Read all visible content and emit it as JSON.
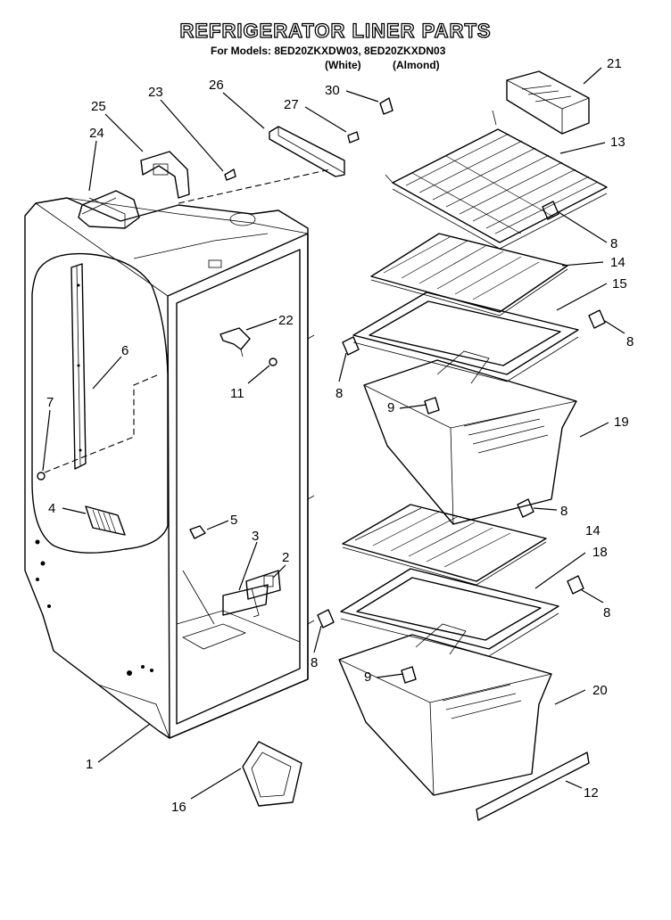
{
  "header": {
    "title": "REFRIGERATOR LINER PARTS",
    "models_line": "For Models: 8ED20ZKXDW03, 8ED20ZKXDN03",
    "variant_white": "(White)",
    "variant_almond": "(Almond)"
  },
  "callouts": [
    {
      "id": "c1",
      "text": "1"
    },
    {
      "id": "c2",
      "text": "2"
    },
    {
      "id": "c3",
      "text": "3"
    },
    {
      "id": "c4",
      "text": "4"
    },
    {
      "id": "c5",
      "text": "5"
    },
    {
      "id": "c6",
      "text": "6"
    },
    {
      "id": "c7",
      "text": "7"
    },
    {
      "id": "c8a",
      "text": "8"
    },
    {
      "id": "c8b",
      "text": "8"
    },
    {
      "id": "c8c",
      "text": "8"
    },
    {
      "id": "c8d",
      "text": "8"
    },
    {
      "id": "c8e",
      "text": "8"
    },
    {
      "id": "c8f",
      "text": "8"
    },
    {
      "id": "c9a",
      "text": "9"
    },
    {
      "id": "c9b",
      "text": "9"
    },
    {
      "id": "c11",
      "text": "11"
    },
    {
      "id": "c12",
      "text": "12"
    },
    {
      "id": "c13",
      "text": "13"
    },
    {
      "id": "c14a",
      "text": "14"
    },
    {
      "id": "c14b",
      "text": "14"
    },
    {
      "id": "c15",
      "text": "15"
    },
    {
      "id": "c16",
      "text": "16"
    },
    {
      "id": "c18",
      "text": "18"
    },
    {
      "id": "c19",
      "text": "19"
    },
    {
      "id": "c20",
      "text": "20"
    },
    {
      "id": "c21",
      "text": "21"
    },
    {
      "id": "c22",
      "text": "22"
    },
    {
      "id": "c23",
      "text": "23"
    },
    {
      "id": "c24",
      "text": "24"
    },
    {
      "id": "c25",
      "text": "25"
    },
    {
      "id": "c26",
      "text": "26"
    },
    {
      "id": "c27",
      "text": "27"
    },
    {
      "id": "c30",
      "text": "30"
    }
  ]
}
